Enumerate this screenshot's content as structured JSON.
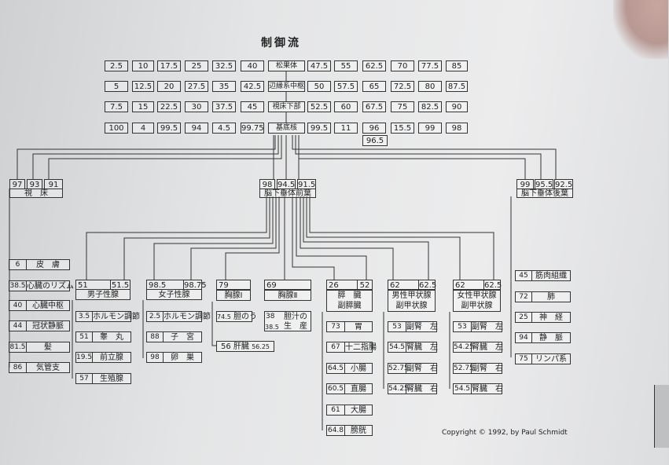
{
  "title": "制御流",
  "copyright": "Copyright © 1992, by Paul Schmidt",
  "grid": {
    "row1": [
      "2.5",
      "10",
      "17.5",
      "25",
      "32.5",
      "40",
      "松果体",
      "47.5",
      "55",
      "62.5",
      "70",
      "77.5",
      "85"
    ],
    "row2": [
      "5",
      "12.5",
      "20",
      "27.5",
      "35",
      "42.5",
      "辺縁系中枢",
      "50",
      "57.5",
      "65",
      "72.5",
      "80",
      "87.5"
    ],
    "row3": [
      "7.5",
      "15",
      "22.5",
      "30",
      "37.5",
      "45",
      "視床下部",
      "52.5",
      "60",
      "67.5",
      "75",
      "82.5",
      "90"
    ],
    "row4": [
      "100",
      "4",
      "99.5",
      "94",
      "4.5",
      "99.75",
      "基底核",
      "99.5",
      "11",
      "96",
      "15.5",
      "99",
      "98"
    ],
    "extra": "96.5"
  },
  "thalamus": {
    "nums": [
      "97",
      "93",
      "91"
    ],
    "label": "視　床"
  },
  "anterior_pituitary": {
    "nums": [
      "98",
      "94.5",
      "91.5"
    ],
    "label": "脳下垂体前葉"
  },
  "posterior_pituitary": {
    "nums": [
      "99",
      "95.5",
      "92.5"
    ],
    "label": "脳下垂体後葉"
  },
  "left_list": [
    {
      "num": "6",
      "label": "皮　膚"
    },
    {
      "num": "38.5",
      "label": "心臓のリズム"
    },
    {
      "num": "40",
      "label": "心臓中枢"
    },
    {
      "num": "44",
      "label": "冠状静脈"
    },
    {
      "num": "81.5",
      "label": "髪"
    },
    {
      "num": "86",
      "label": "気管支"
    }
  ],
  "male": {
    "n1": "51",
    "n2": "51.5",
    "label": "男子性腺",
    "items": [
      {
        "num": "3.5",
        "label": "ホルモン調節"
      },
      {
        "num": "51",
        "label": "睾　丸"
      },
      {
        "num": "19.5",
        "label": "前立腺"
      },
      {
        "num": "57",
        "label": "生殖腺"
      }
    ]
  },
  "female": {
    "n1": "98.5",
    "n2": "98.75",
    "label": "女子性腺",
    "items": [
      {
        "num": "2.5",
        "label": "ホルモン調節"
      },
      {
        "num": "88",
        "label": "子　宮"
      },
      {
        "num": "98",
        "label": "卵　巣"
      }
    ]
  },
  "thymus1": {
    "num": "79",
    "label": "胸腺Ⅰ",
    "item": {
      "num": "74.5",
      "label": "胆のう"
    },
    "liver": {
      "num": "56",
      "label": "肝臓",
      "val": "56.25"
    }
  },
  "thymus2": {
    "num": "69",
    "label": "胸腺Ⅱ",
    "item": {
      "num1": "38",
      "num2": "38.5",
      "line1": "胆汁の",
      "line2": "生　産"
    }
  },
  "pancreas": {
    "n1": "26",
    "n2": "52",
    "line1": "膵　臓",
    "line2": "副膵臓",
    "items": [
      {
        "num": "73",
        "label": "胃"
      },
      {
        "num": "67",
        "label": "十二指腸"
      },
      {
        "num": "64.5",
        "label": "小腸"
      },
      {
        "num": "60.5",
        "label": "直腸"
      },
      {
        "num": "61",
        "label": "大腸"
      },
      {
        "num": "64.8",
        "label": "膀胱"
      }
    ]
  },
  "male_thyroid": {
    "n1": "62",
    "n2": "62.5",
    "line1": "男性甲状腺",
    "line2": "副甲状腺",
    "items": [
      {
        "num": "53",
        "label": "副腎　左"
      },
      {
        "num": "54.5",
        "label": "腎臓　左"
      },
      {
        "num": "52.75",
        "label": "副腎　右"
      },
      {
        "num": "54.25",
        "label": "腎臓　右"
      }
    ]
  },
  "female_thyroid": {
    "n1": "62",
    "n2": "62.5",
    "line1": "女性甲状腺",
    "line2": "副甲状腺",
    "items": [
      {
        "num": "53",
        "label": "副腎　左"
      },
      {
        "num": "54.25",
        "label": "腎臓　左"
      },
      {
        "num": "52.75",
        "label": "副腎　右"
      },
      {
        "num": "54.5",
        "label": "腎臓　右"
      }
    ]
  },
  "right_list": [
    {
      "num": "45",
      "label": "筋肉組織"
    },
    {
      "num": "72",
      "label": "肺"
    },
    {
      "num": "25",
      "label": "神　経"
    },
    {
      "num": "94",
      "label": "静　脈"
    },
    {
      "num": "75",
      "label": "リンパ系"
    }
  ]
}
